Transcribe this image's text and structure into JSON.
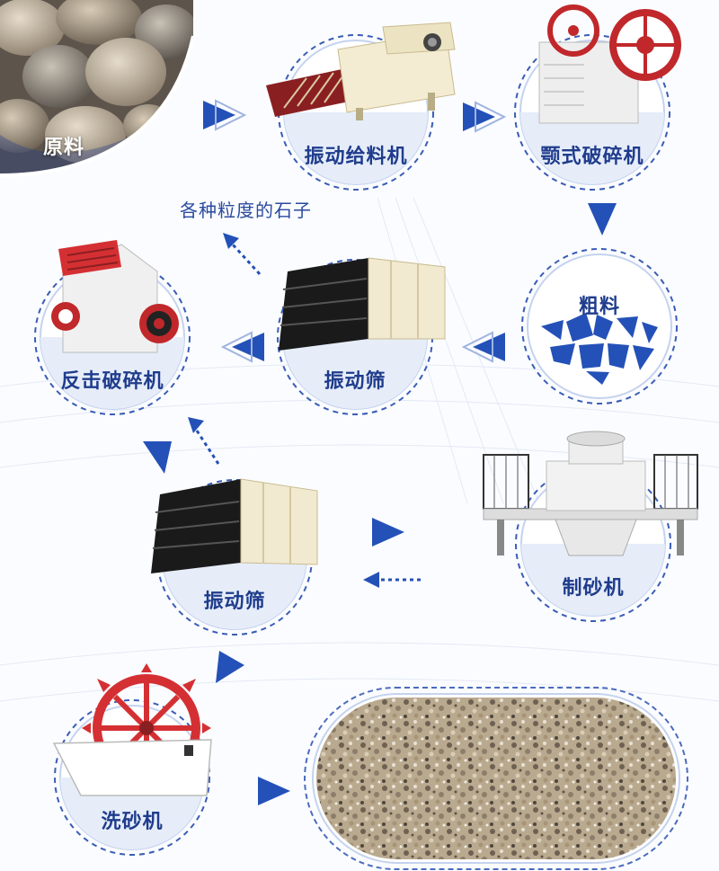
{
  "title": "",
  "raw_material": {
    "label": "原料"
  },
  "note": {
    "text": "各种粒度的石子"
  },
  "stages": {
    "vibrating_feeder": {
      "label": "振动给料机"
    },
    "jaw_crusher": {
      "label": "颚式破碎机"
    },
    "coarse_material": {
      "label": "粗料"
    },
    "vibrating_screen_1": {
      "label": "振动筛"
    },
    "impact_crusher": {
      "label": "反击破碎机"
    },
    "vibrating_screen_2": {
      "label": "振动筛"
    },
    "sand_maker": {
      "label": "制砂机"
    },
    "sand_washer": {
      "label": "洗砂机"
    }
  },
  "colors": {
    "primary_blue": "#1f3c8c",
    "arrow_blue": "#2451b8",
    "ring_light": "#c5d3ee",
    "machine_cream": "#f1ead0",
    "machine_red": "#c0282b",
    "screen_black": "#1a1a1a"
  },
  "icons": {
    "arrow": "triangle-arrow-icon",
    "dotted_arrow": "dotted-arrow-icon"
  }
}
